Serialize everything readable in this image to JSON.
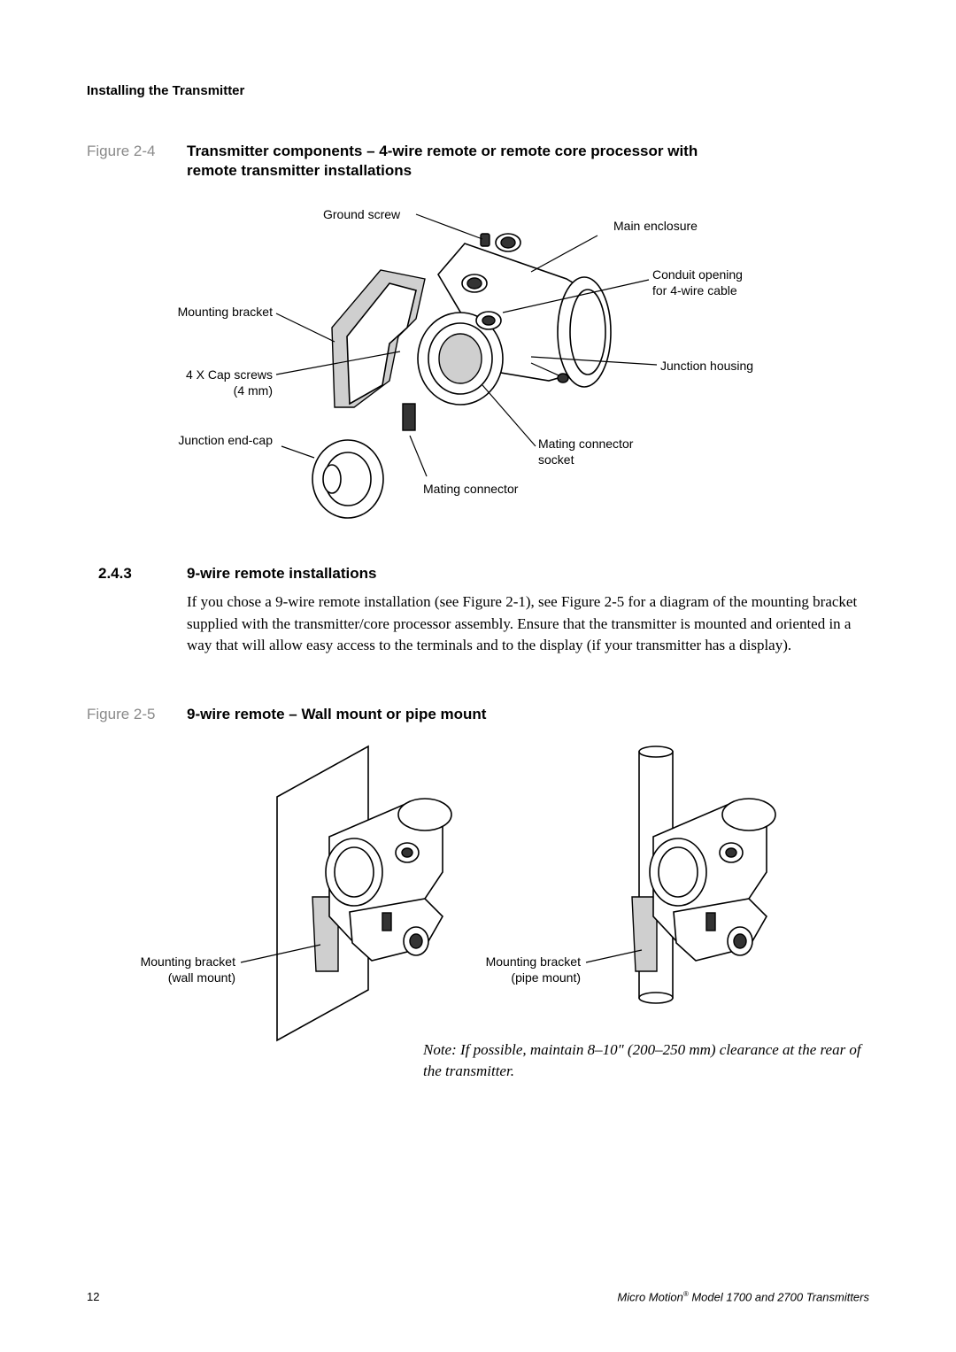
{
  "header": {
    "section": "Installing the Transmitter"
  },
  "figure_4": {
    "number": "Figure 2-4",
    "title_line1": "Transmitter components – 4-wire remote or remote core processor with",
    "title_line2": "remote transmitter installations",
    "callouts": {
      "ground_screw": "Ground screw",
      "main_enclosure": "Main enclosure",
      "conduit_opening_1": "Conduit opening",
      "conduit_opening_2": "for 4-wire cable",
      "mounting_bracket": "Mounting bracket",
      "cap_screws_1": "4 X Cap screws",
      "cap_screws_2": "(4 mm)",
      "junction_housing": "Junction housing",
      "junction_end_cap": "Junction end-cap",
      "mating_connector_socket_1": "Mating connector",
      "mating_connector_socket_2": "socket",
      "mating_connector": "Mating connector"
    }
  },
  "section": {
    "number": "2.4.3",
    "title": "9-wire remote installations",
    "body": "If you chose a 9-wire remote installation (see Figure 2-1), see Figure 2-5 for a diagram of the mounting bracket supplied with the transmitter/core processor assembly. Ensure that the transmitter is mounted and oriented in a way that will allow easy access to the terminals and to the display (if your transmitter has a display)."
  },
  "figure_5": {
    "number": "Figure 2-5",
    "title": "9-wire remote – Wall mount or pipe mount",
    "callouts": {
      "wall_1": "Mounting bracket",
      "wall_2": "(wall mount)",
      "pipe_1": "Mounting bracket",
      "pipe_2": "(pipe mount)"
    },
    "note": "Note: If possible, maintain 8–10″ (200–250 mm) clearance at the rear of the transmitter."
  },
  "footer": {
    "page_number": "12",
    "brand": "Micro Motion",
    "registered": "®",
    "doc_title": " Model 1700 and 2700 Transmitters"
  }
}
